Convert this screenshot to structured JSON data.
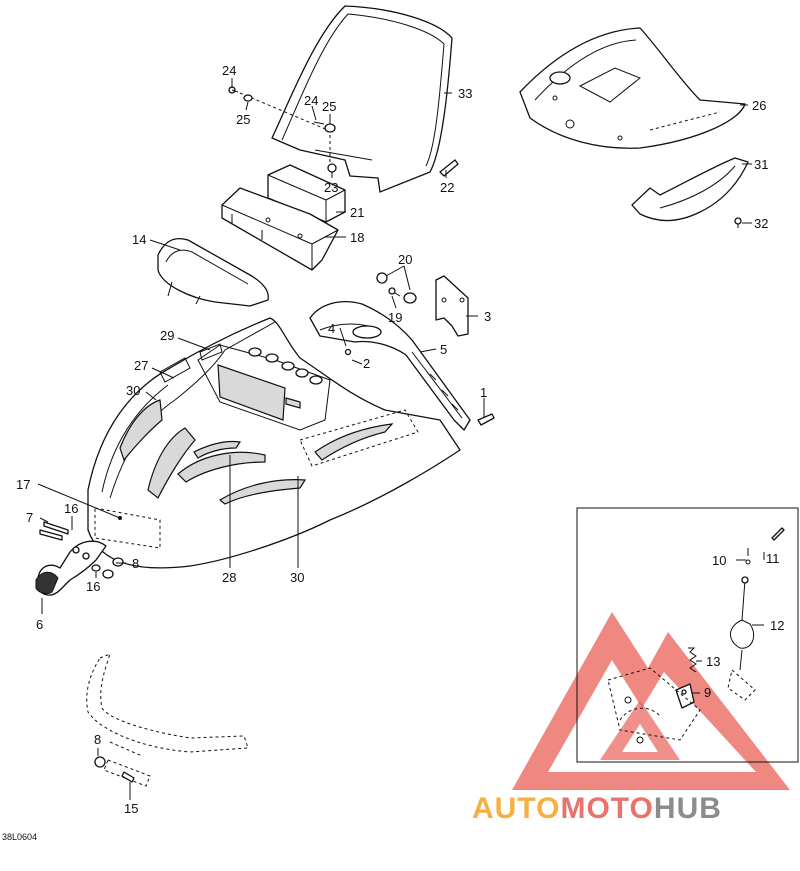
{
  "drawing_ref": "38L0604",
  "watermark": {
    "part1": "AUTO",
    "part2": "MOTO",
    "part3": "HUB",
    "color1": "#f5b041",
    "color2": "#e8736b",
    "color3": "#8c8c8c",
    "triangle_color": "#e8463c"
  },
  "callouts": {
    "c1": "1",
    "c2": "2",
    "c3": "3",
    "c4": "4",
    "c5": "5",
    "c6": "6",
    "c7": "7",
    "c8a": "8",
    "c8b": "8",
    "c9": "9",
    "c10": "10",
    "c11": "11",
    "c12": "12",
    "c13": "13",
    "c14": "14",
    "c15": "15",
    "c16a": "16",
    "c16b": "16",
    "c17": "17",
    "c18": "18",
    "c19": "19",
    "c20": "20",
    "c21": "21",
    "c22": "22",
    "c23": "23",
    "c24a": "24",
    "c24b": "24",
    "c25a": "25",
    "c25b": "25",
    "c26": "26",
    "c27": "27",
    "c28": "28",
    "c29": "29",
    "c30a": "30",
    "c30b": "30",
    "c31": "31",
    "c32": "32",
    "c33": "33"
  }
}
